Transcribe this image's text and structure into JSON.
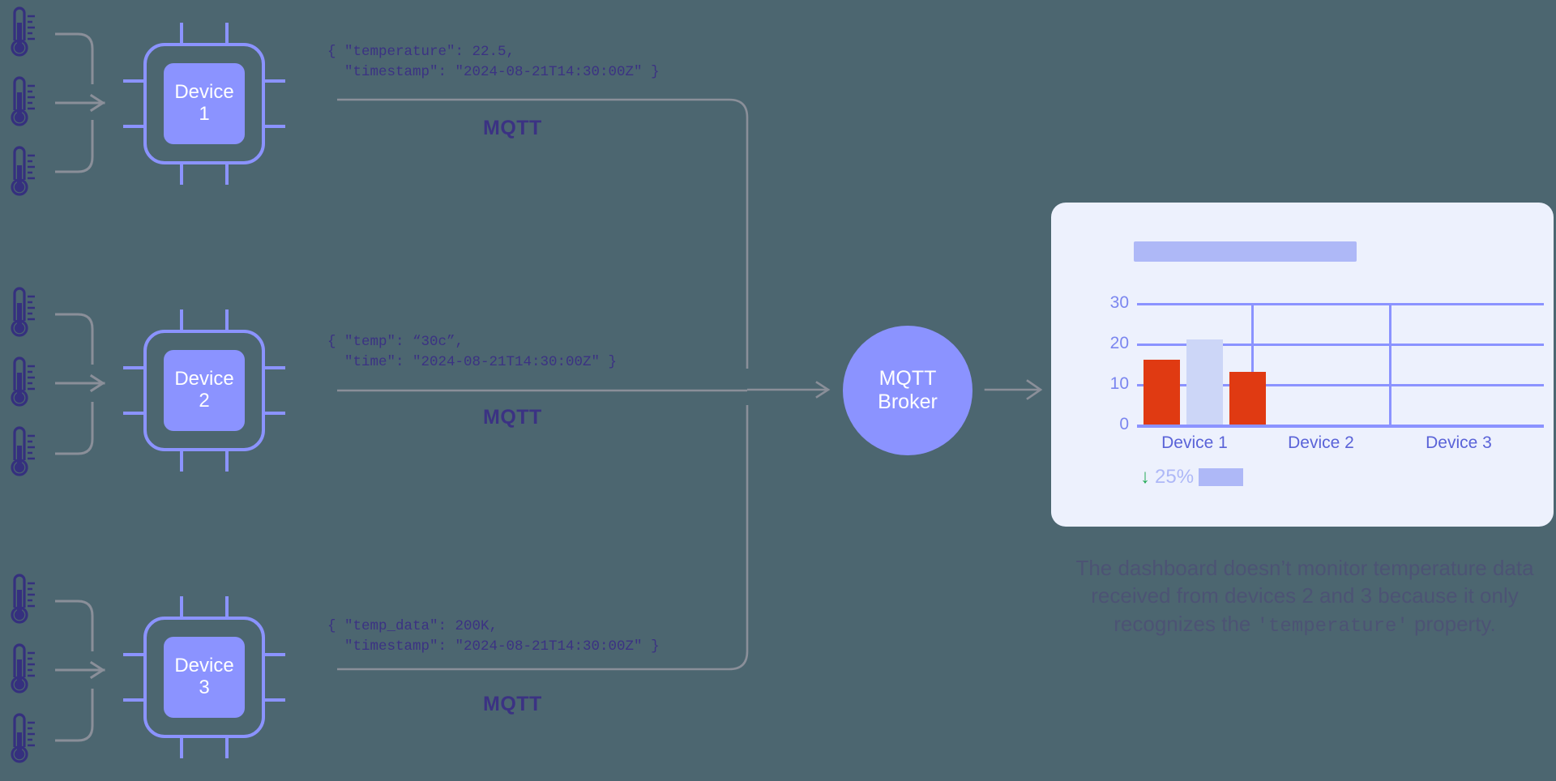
{
  "background_color": "#4c6670",
  "palette": {
    "periwinkle": "#8b93ff",
    "deep_purple": "#3b3283",
    "card_bg": "#edf1fd",
    "bar_red": "#e03a12",
    "bar_light": "#ccd6f7",
    "placeholder": "#aeb8f7",
    "wire_gray": "#8a8f99",
    "green": "#22aa55",
    "caption_color": "#4d5275"
  },
  "sensors": {
    "icon_name": "thermometer-icon",
    "groups": [
      {
        "label": "sensor-group-1",
        "count": 3
      },
      {
        "label": "sensor-group-2",
        "count": 3
      },
      {
        "label": "sensor-group-3",
        "count": 3
      }
    ]
  },
  "devices": [
    {
      "id": "device-1",
      "name": "Device",
      "number": "1",
      "label": "Device\n1",
      "protocol": "MQTT",
      "payload_lines": [
        "{ \"temperature\": 22.5,",
        "  \"timestamp\": \"2024-08-21T14:30:00Z\" }"
      ]
    },
    {
      "id": "device-2",
      "name": "Device",
      "number": "2",
      "label": "Device\n2",
      "protocol": "MQTT",
      "payload_lines": [
        "{ \"temp\": “30c”,",
        "  \"time\": \"2024-08-21T14:30:00Z\" }"
      ]
    },
    {
      "id": "device-3",
      "name": "Device",
      "number": "3",
      "label": "Device\n3",
      "protocol": "MQTT",
      "payload_lines": [
        "{ \"temp_data\": 200K,",
        "  \"timestamp\": \"2024-08-21T14:30:00Z\" }"
      ]
    }
  ],
  "broker": {
    "line1": "MQTT",
    "line2": "Broker"
  },
  "dashboard": {
    "title_placeholder": "",
    "delta": {
      "arrow_glyph": "↓",
      "percent": "25%"
    }
  },
  "chart_data": {
    "type": "bar",
    "title": "",
    "xlabel": "",
    "ylabel": "",
    "categories": [
      "Device 1",
      "Device 2",
      "Device 3"
    ],
    "ytick_labels": [
      "30",
      "20",
      "10",
      "0"
    ],
    "ylim": [
      0,
      30
    ],
    "grid": true,
    "legend": "none",
    "series": [
      {
        "name": "reading-a",
        "color": "#e03a12",
        "values": [
          16,
          null,
          null
        ]
      },
      {
        "name": "reading-b",
        "color": "#ccd6f7",
        "values": [
          21,
          null,
          null
        ]
      },
      {
        "name": "reading-c",
        "color": "#e03a12",
        "values": [
          13,
          null,
          null
        ]
      }
    ],
    "note": "Only Device 1 reports data; Devices 2 and 3 have no bars."
  },
  "caption": {
    "text_before": "The dashboard doesn’t monitor temperature data received from devices 2 and 3 because it only recognizes the ",
    "mono_token": "'temperature'",
    "text_after": " property."
  }
}
